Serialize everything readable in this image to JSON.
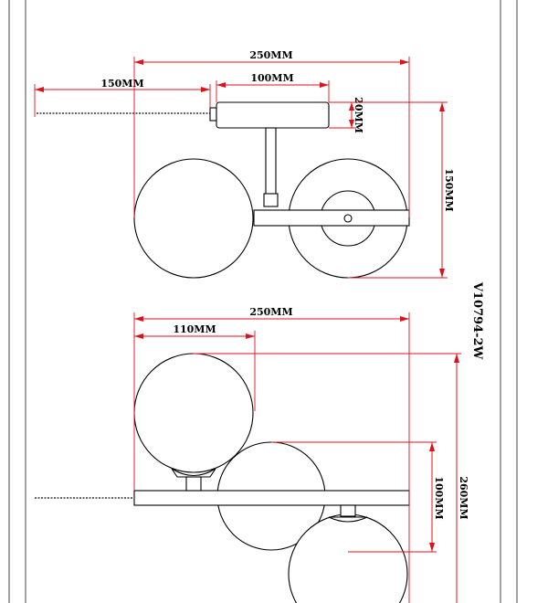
{
  "model_number": "V10794-2W",
  "top_view": {
    "overall_width": "250MM",
    "chain_length": "150MM",
    "canopy_width": "100MM",
    "canopy_height": "20MM",
    "height": "150MM"
  },
  "front_view": {
    "overall_width": "250MM",
    "arm_offset": "110MM",
    "lower_height": "100MM",
    "overall_height": "260MM"
  },
  "colors": {
    "dimension_lines": "#e0101a",
    "outlines": "#000000",
    "frame": "#444444"
  }
}
